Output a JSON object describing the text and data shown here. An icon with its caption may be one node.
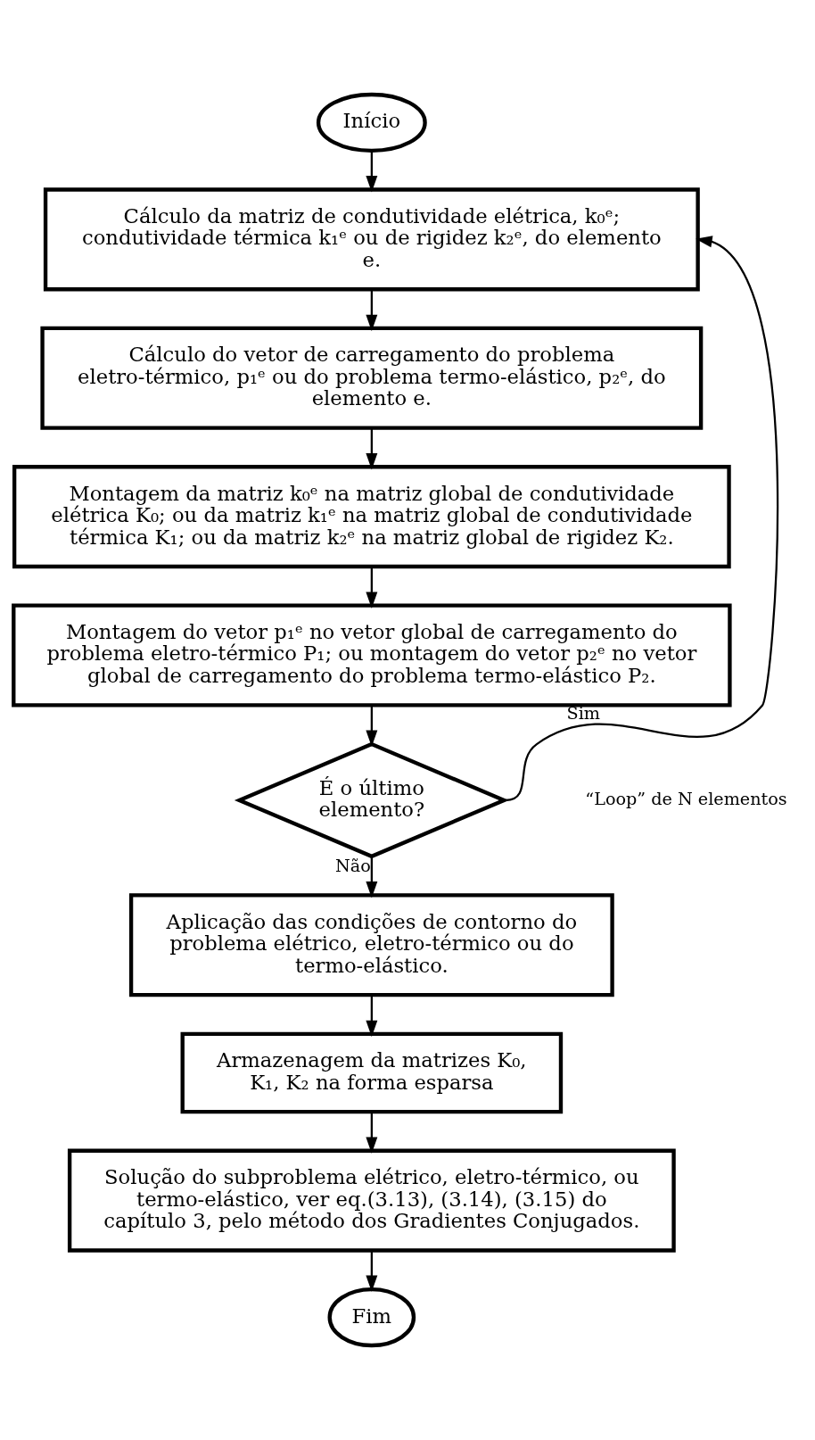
{
  "diagram": {
    "nodes": [
      {
        "text": [
          "Início"
        ]
      },
      {
        "text": [
          "Cálculo da matriz de condutividade elétrica, k₀ᵉ; condutividade térmica k₁ᵉ ou de rigidez k₂ᵉ, do elemento e."
        ]
      },
      {
        "text": [
          "Cálculo do vetor de carregamento do problema eletro-térmico, p₁ᵉ ou do problema termo-elástico, p₂ᵉ, do elemento e."
        ]
      },
      {
        "text": [
          "Montagem da matriz k₀ᵉ na matriz global de condutividade elétrica K₀; ou da matriz k₁ᵉ na matriz global de condutividade térmica K₁; ou da matriz k₂ᵉ na matriz global de rigidez K₂."
        ]
      },
      {
        "text": [
          "Montagem do vetor p₁ᵉ no vetor global de carregamento do problema eletro-térmico P₁; ou montagem do vetor p₂ᵉ no vetor global de carregamento do problema termo-elástico P₂."
        ]
      },
      {
        "text": [
          "É o último elemento?"
        ]
      },
      {
        "text": [
          "Aplicação das condições de contorno do problema elétrico, eletro-térmico ou do termo-elástico."
        ]
      },
      {
        "text": [
          "Armazenagem da matrizes K₀, K₁, K₂ na forma esparsa"
        ]
      },
      {
        "text": [
          "Solução do subproblema elétrico, eletro-térmico, ou termo-elástico, ver eq.(3.13), (3.14), (3.15) do capítulo 3, pelo método dos Gradientes Conjugados."
        ]
      },
      {
        "text": [
          "Fim"
        ]
      }
    ],
    "edges": [
      {
        "from": 0,
        "to": 1,
        "arrow": "to"
      },
      {
        "from": 1,
        "to": 2,
        "arrow": "to"
      },
      {
        "from": 2,
        "to": 3,
        "arrow": "to"
      },
      {
        "from": 3,
        "to": 4,
        "arrow": "to"
      },
      {
        "from": 4,
        "to": 5,
        "arrow": "to"
      },
      {
        "from": 5,
        "to": 1,
        "arrow": "to",
        "label": "Sim"
      },
      {
        "from": 5,
        "to": 6,
        "arrow": "to",
        "label": "Não"
      },
      {
        "from": 6,
        "to": 7,
        "arrow": "to"
      },
      {
        "from": 7,
        "to": 8,
        "arrow": "to"
      },
      {
        "from": 8,
        "to": 9,
        "arrow": "to"
      }
    ],
    "labels": [
      "“Loop” de N elementos"
    ]
  }
}
